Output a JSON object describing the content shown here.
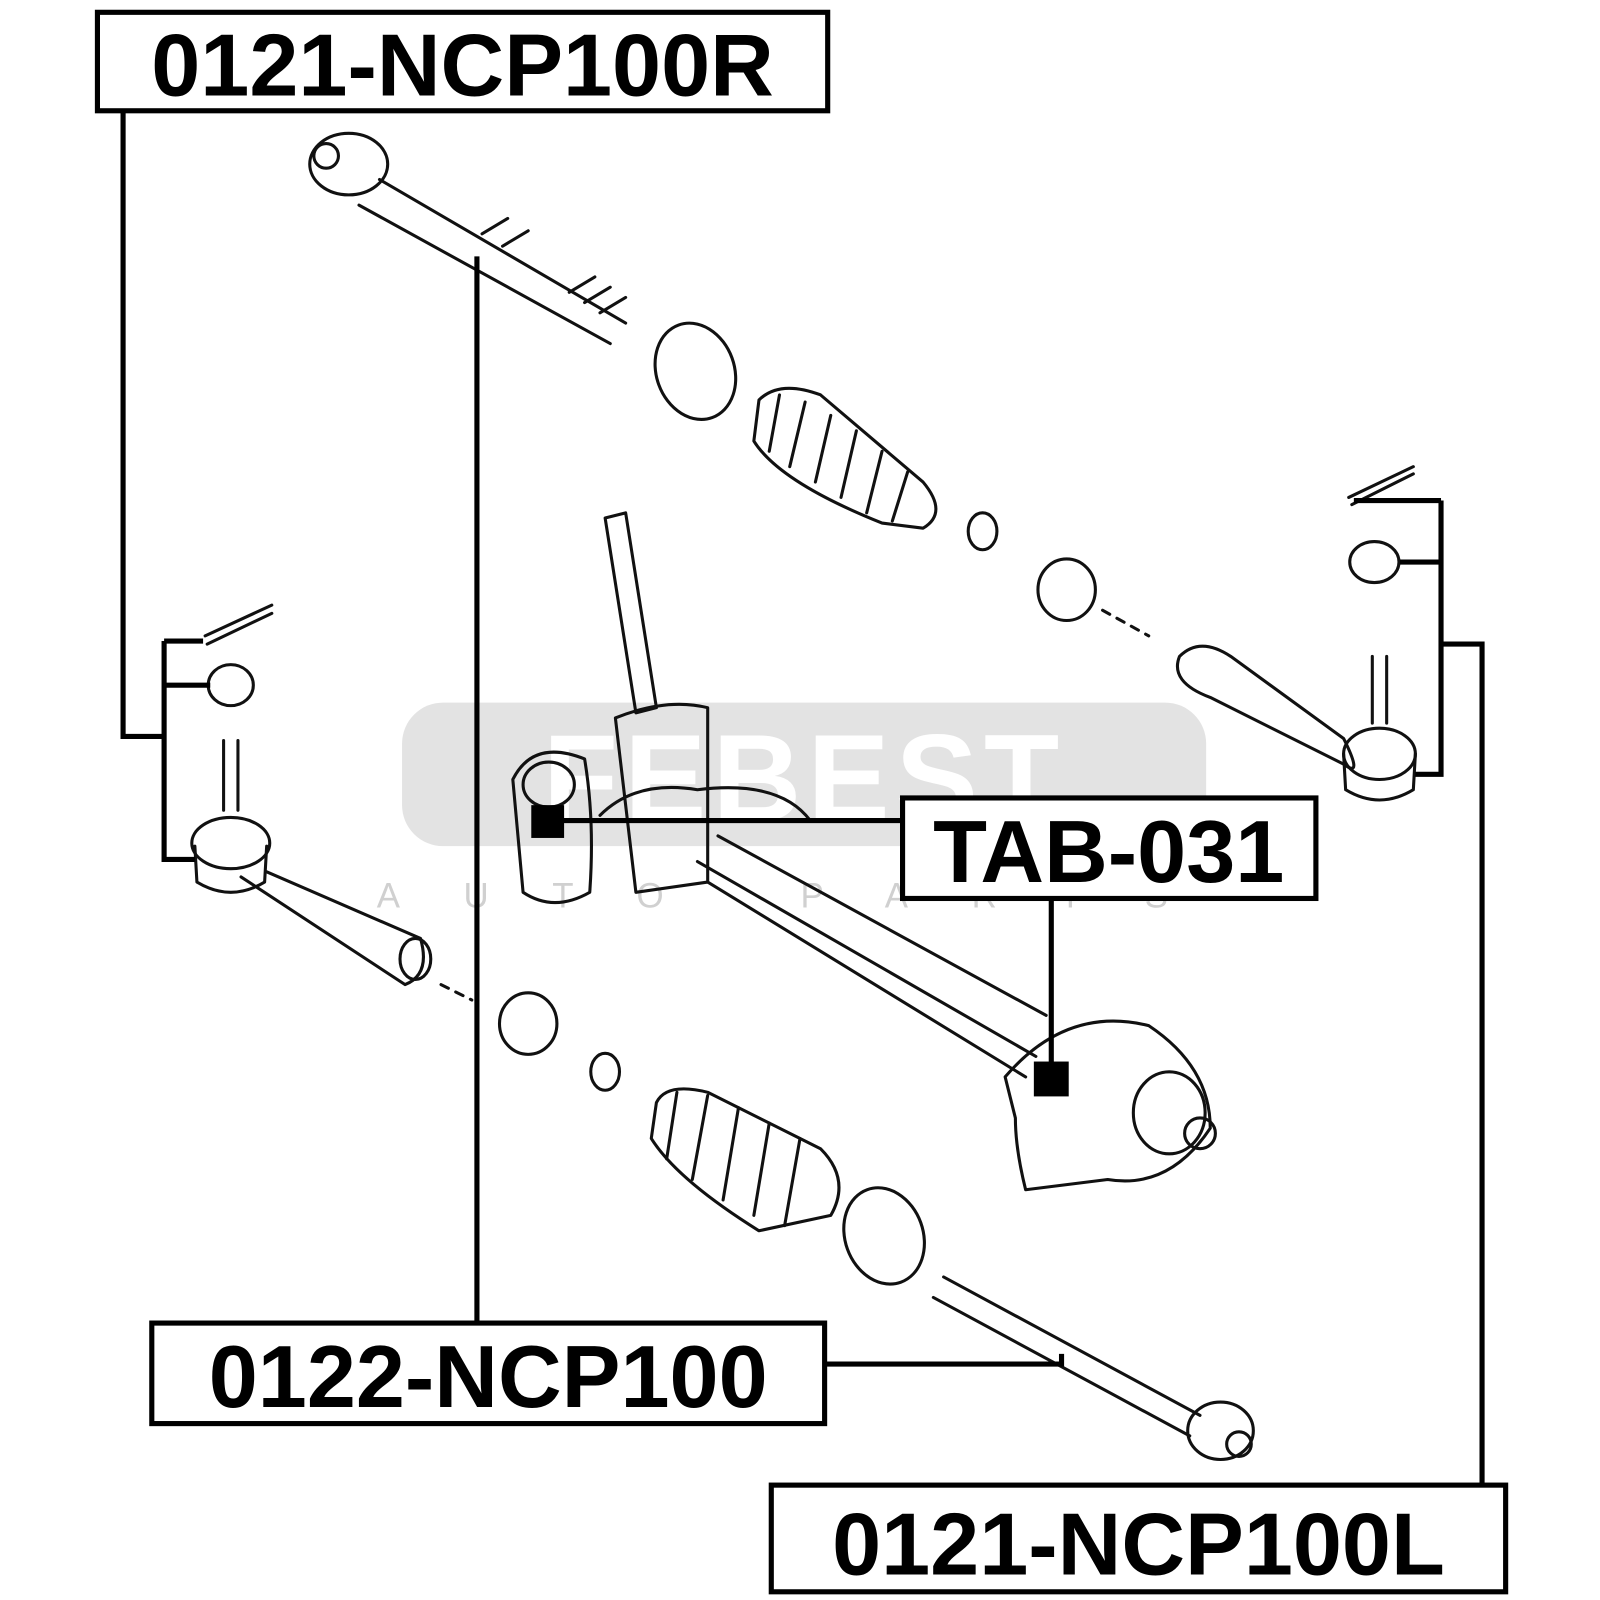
{
  "watermark": {
    "brand": "FEBEST",
    "tagline": "AUTO PARTS"
  },
  "labels": {
    "tie_rod_end_right": "0121-NCP100R",
    "rack_end": "0122-NCP100",
    "rack_bushing": "TAB-031",
    "tie_rod_end_left": "0121-NCP100L"
  }
}
